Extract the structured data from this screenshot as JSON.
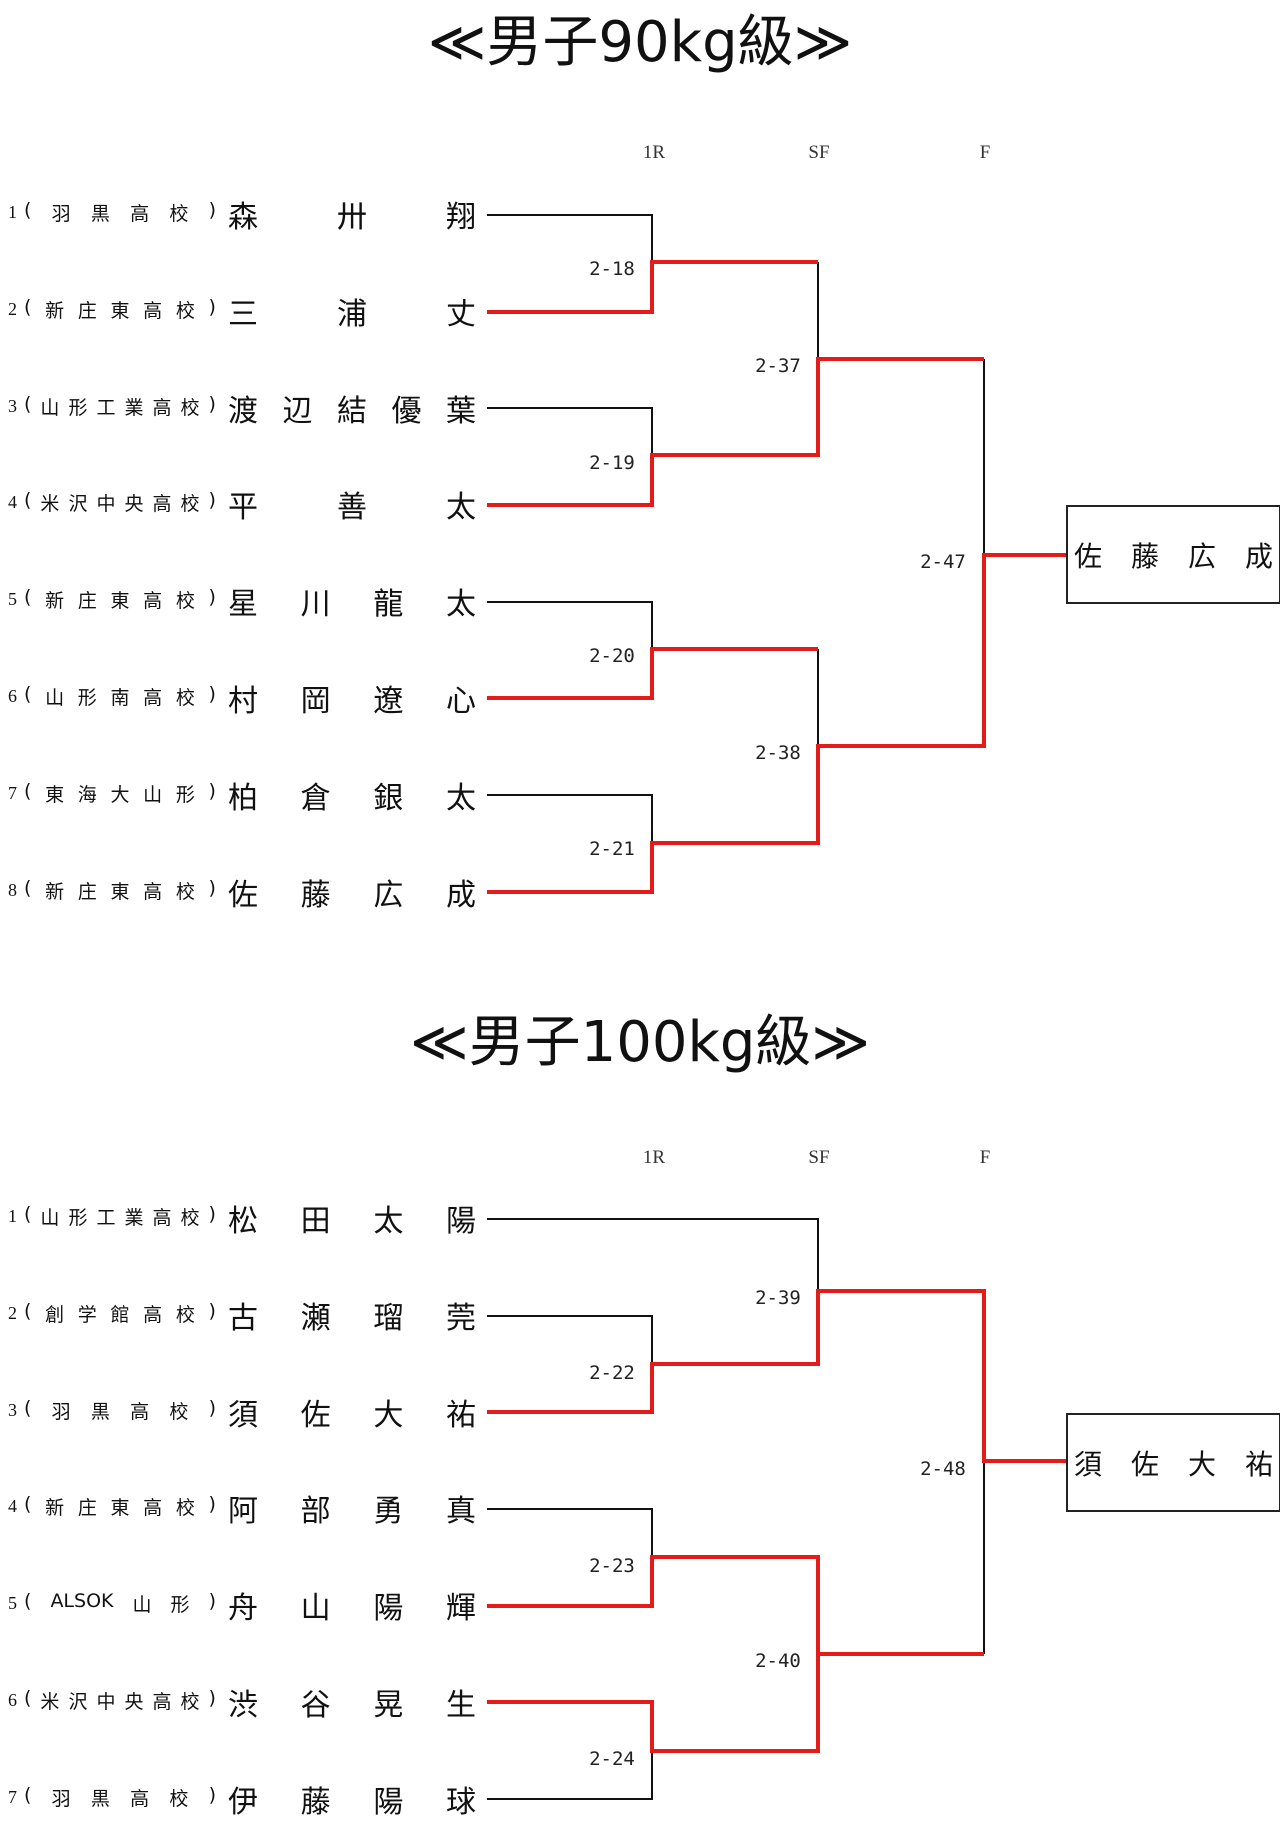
{
  "colors": {
    "winner_line": "#e41b1b",
    "line": "#111111"
  },
  "brackets": [
    {
      "title": "≪男子90kg級≫",
      "round_labels": [
        "1R",
        "SF",
        "F"
      ],
      "entries": [
        {
          "seed": "1",
          "school": [
            "羽",
            "黒",
            "高",
            "校"
          ],
          "school_prefix": "(",
          "school_suffix": ")",
          "name": [
            "森",
            "卅",
            "翔"
          ]
        },
        {
          "seed": "2",
          "school": [
            "新",
            "庄",
            "東",
            "高",
            "校"
          ],
          "school_prefix": "(",
          "school_suffix": ")",
          "name": [
            "三",
            "浦",
            "丈"
          ]
        },
        {
          "seed": "3",
          "school": [
            "山",
            "形",
            "工",
            "業",
            "高",
            "校"
          ],
          "school_prefix": "(",
          "school_suffix": ")",
          "name": [
            "渡",
            "辺",
            "結",
            "優",
            "葉"
          ]
        },
        {
          "seed": "4",
          "school": [
            "米",
            "沢",
            "中",
            "央",
            "高",
            "校"
          ],
          "school_prefix": "(",
          "school_suffix": ")",
          "name": [
            "平",
            "善",
            "太"
          ]
        },
        {
          "seed": "5",
          "school": [
            "新",
            "庄",
            "東",
            "高",
            "校"
          ],
          "school_prefix": "(",
          "school_suffix": ")",
          "name": [
            "星",
            "川",
            "龍",
            "太"
          ]
        },
        {
          "seed": "6",
          "school": [
            "山",
            "形",
            "南",
            "高",
            "校"
          ],
          "school_prefix": "(",
          "school_suffix": ")",
          "name": [
            "村",
            "岡",
            "遼",
            "心"
          ]
        },
        {
          "seed": "7",
          "school": [
            "東",
            "海",
            "大",
            "山",
            "形"
          ],
          "school_prefix": "(",
          "school_suffix": ")",
          "name": [
            "柏",
            "倉",
            "銀",
            "太"
          ]
        },
        {
          "seed": "8",
          "school": [
            "新",
            "庄",
            "東",
            "高",
            "校"
          ],
          "school_prefix": "(",
          "school_suffix": ")",
          "name": [
            "佐",
            "藤",
            "広",
            "成"
          ]
        }
      ],
      "match_codes": [
        "2-18",
        "2-19",
        "2-20",
        "2-21",
        "2-37",
        "2-38",
        "2-47"
      ],
      "winner": [
        "佐",
        "藤",
        "広",
        "成"
      ]
    },
    {
      "title": "≪男子100kg級≫",
      "round_labels": [
        "1R",
        "SF",
        "F"
      ],
      "entries": [
        {
          "seed": "1",
          "school": [
            "山",
            "形",
            "工",
            "業",
            "高",
            "校"
          ],
          "school_prefix": "(",
          "school_suffix": ")",
          "name": [
            "松",
            "田",
            "太",
            "陽"
          ]
        },
        {
          "seed": "2",
          "school": [
            "創",
            "学",
            "館",
            "高",
            "校"
          ],
          "school_prefix": "(",
          "school_suffix": ")",
          "name": [
            "古",
            "瀬",
            "瑠",
            "莞"
          ]
        },
        {
          "seed": "3",
          "school": [
            "羽",
            "黒",
            "高",
            "校"
          ],
          "school_prefix": "(",
          "school_suffix": ")",
          "name": [
            "須",
            "佐",
            "大",
            "祐"
          ]
        },
        {
          "seed": "4",
          "school": [
            "新",
            "庄",
            "東",
            "高",
            "校"
          ],
          "school_prefix": "(",
          "school_suffix": ")",
          "name": [
            "阿",
            "部",
            "勇",
            "真"
          ]
        },
        {
          "seed": "5",
          "school": [
            "ALSOK",
            "山",
            "形"
          ],
          "school_prefix": "(",
          "school_suffix": ")",
          "name": [
            "舟",
            "山",
            "陽",
            "輝"
          ]
        },
        {
          "seed": "6",
          "school": [
            "米",
            "沢",
            "中",
            "央",
            "高",
            "校"
          ],
          "school_prefix": "(",
          "school_suffix": ")",
          "name": [
            "渋",
            "谷",
            "晃",
            "生"
          ]
        },
        {
          "seed": "7",
          "school": [
            "羽",
            "黒",
            "高",
            "校"
          ],
          "school_prefix": "(",
          "school_suffix": ")",
          "name": [
            "伊",
            "藤",
            "陽",
            "球"
          ]
        }
      ],
      "match_codes": [
        "2-22",
        "2-23",
        "2-24",
        "2-39",
        "2-40",
        "2-48"
      ],
      "winner": [
        "須",
        "佐",
        "大",
        "祐"
      ]
    }
  ]
}
